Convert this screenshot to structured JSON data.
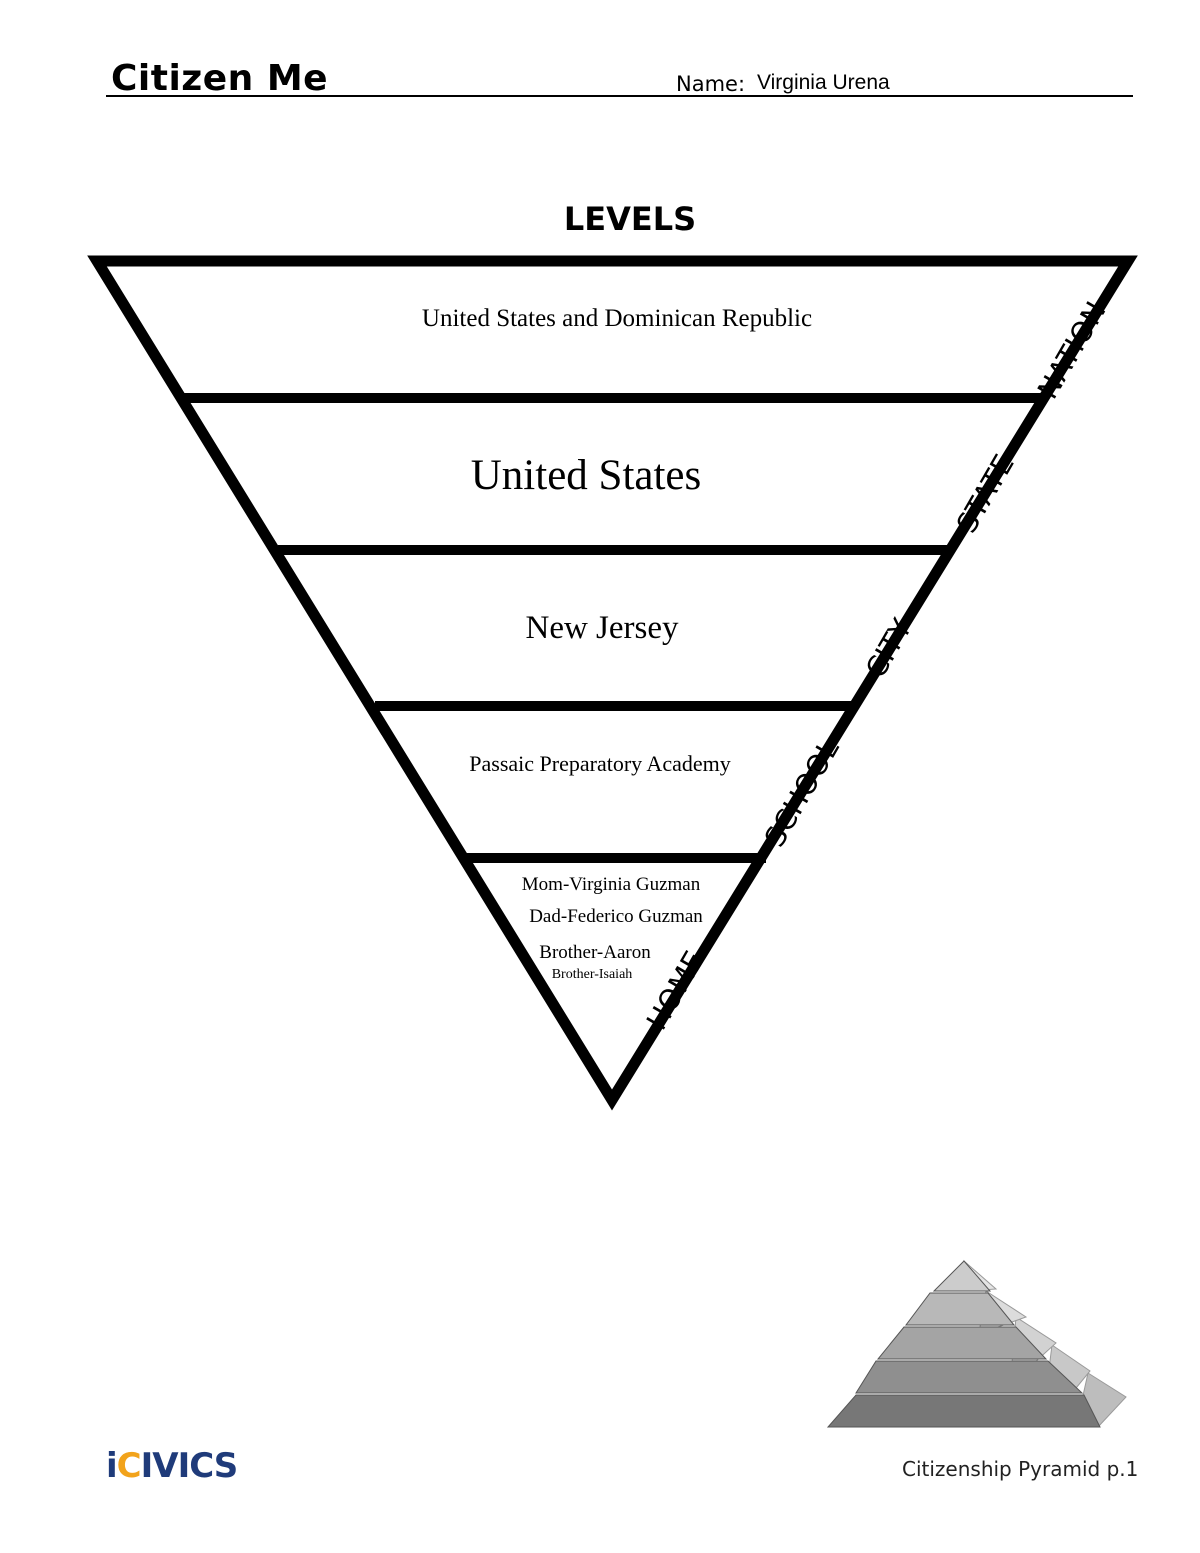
{
  "header": {
    "title": "Citizen Me",
    "name_label": "Name:",
    "name_value": "Virginia Urena"
  },
  "diagram": {
    "heading": "LEVELS",
    "levels": [
      {
        "label": "NATION",
        "entries": [
          "United States and Dominican Republic"
        ]
      },
      {
        "label": "STATE",
        "entries": [
          "United States"
        ]
      },
      {
        "label": "CITY",
        "entries": [
          "New Jersey"
        ]
      },
      {
        "label": "SCHOOL",
        "entries": [
          "Passaic Preparatory Academy"
        ]
      },
      {
        "label": "HOME",
        "entries": [
          "Mom-Virginia Guzman",
          "Dad-Federico Guzman",
          "Brother-Aaron",
          "Brother-Isaiah"
        ]
      }
    ]
  },
  "footer": {
    "logo_i": "i",
    "logo_c": "C",
    "logo_rest": "IVICS",
    "page_label": "Citizenship Pyramid p.1"
  },
  "colors": {
    "logo_blue": "#1f3b7a",
    "logo_orange": "#f2a31b"
  }
}
